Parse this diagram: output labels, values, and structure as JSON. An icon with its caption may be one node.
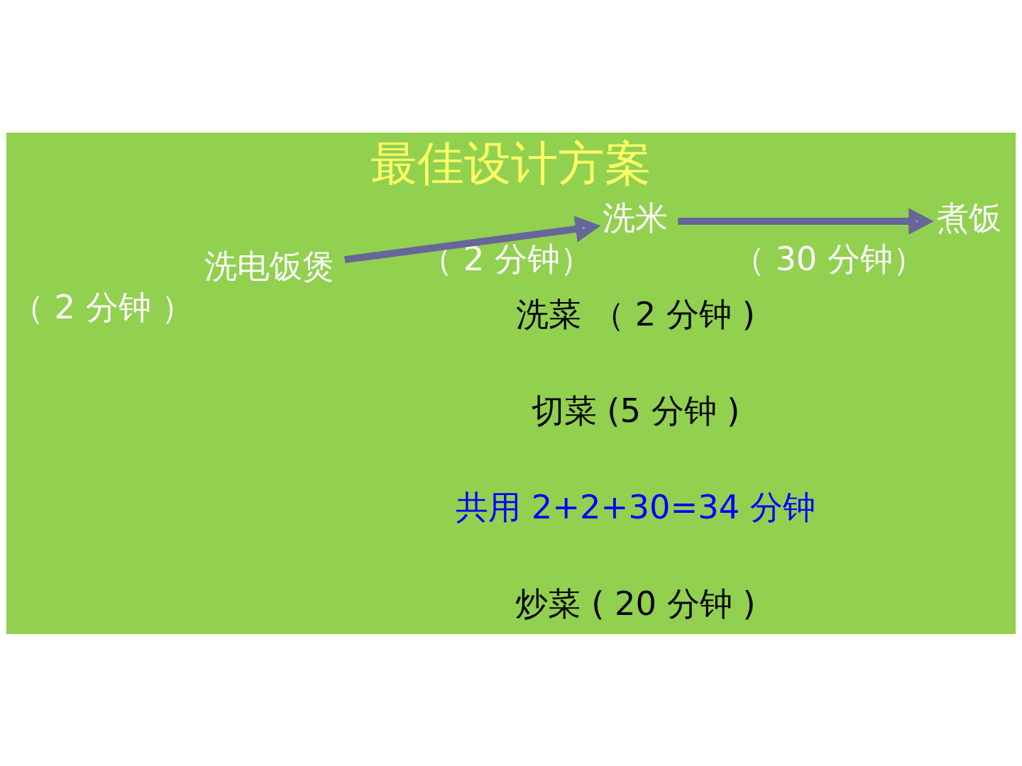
{
  "diagram": {
    "title": "最佳设计方案",
    "nodes": [
      {
        "text": [
          "洗电饭煲"
        ],
        "beside": [
          "（ 2 分钟 ）"
        ]
      },
      {
        "text": [
          "洗米"
        ],
        "beside": [
          "（ 2 分钟）"
        ]
      },
      {
        "text": [
          "煮饭"
        ],
        "beside": [
          "（ 30 分钟）"
        ]
      }
    ],
    "edges": [
      {
        "from": 0,
        "to": 1,
        "arrow": "to"
      },
      {
        "from": 1,
        "to": 2,
        "arrow": "to"
      }
    ],
    "labels": [
      "洗菜 （ 2 分钟 )",
      "切菜 (5 分钟 )",
      "共用 2+2+30=34 分钟",
      "炒菜 ( 20 分钟 )"
    ]
  }
}
